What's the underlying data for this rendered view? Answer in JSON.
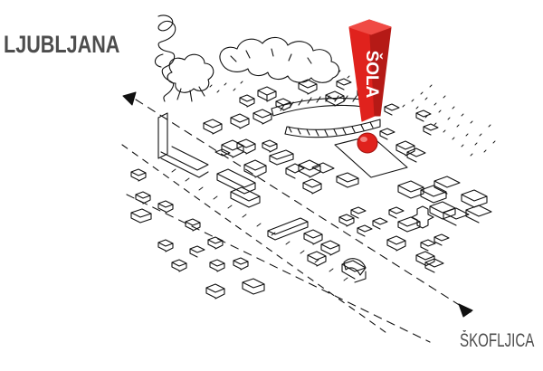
{
  "labels": {
    "city_start": "LJUBLJANA",
    "city_end": "ŠKOFLJICA",
    "school_sign": "ŠOLA"
  },
  "colors": {
    "ink": "#111111",
    "label_gray": "#4d4d4d",
    "accent_red": "#e0221d",
    "accent_dark_red": "#a31512"
  },
  "icons": [
    "direction-arrow-icon",
    "exclamation-marker-icon"
  ]
}
